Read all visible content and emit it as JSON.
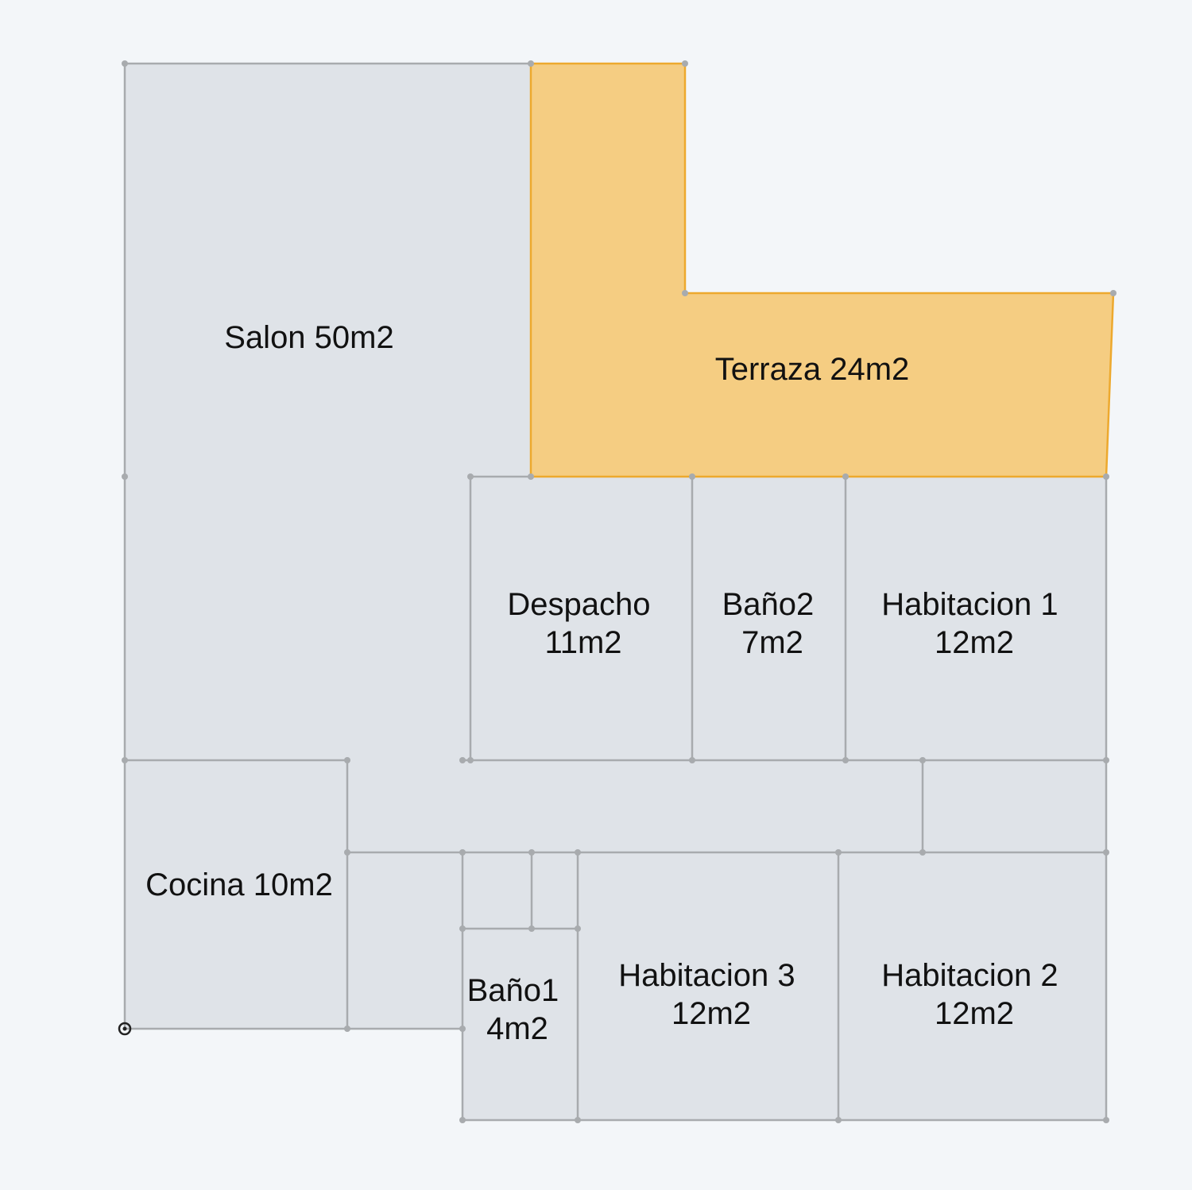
{
  "colors": {
    "background": "#f3f6f9",
    "room_fill": "#dfe3e8",
    "wall": "#a8abae",
    "node": "#a8abae",
    "terrace_fill": "#f5cd82",
    "terrace_edge": "#eda92e",
    "label": "#111111"
  },
  "rooms": {
    "salon": {
      "lines": [
        "Salon 50m2"
      ]
    },
    "terraza": {
      "lines": [
        "Terraza 24m2"
      ]
    },
    "despacho": {
      "lines": [
        "Despacho",
        "11m2"
      ]
    },
    "bano2": {
      "lines": [
        "Baño2",
        "7m2"
      ]
    },
    "habitacion1": {
      "lines": [
        "Habitacion 1",
        "12m2"
      ]
    },
    "cocina": {
      "lines": [
        "Cocina 10m2"
      ]
    },
    "bano1": {
      "lines": [
        "Baño1",
        "4m2"
      ]
    },
    "habitacion3": {
      "lines": [
        "Habitacion 3",
        "12m2"
      ]
    },
    "habitacion2": {
      "lines": [
        "Habitacion 2",
        "12m2"
      ]
    }
  },
  "icons": {
    "origin": "origin-marker-icon"
  }
}
